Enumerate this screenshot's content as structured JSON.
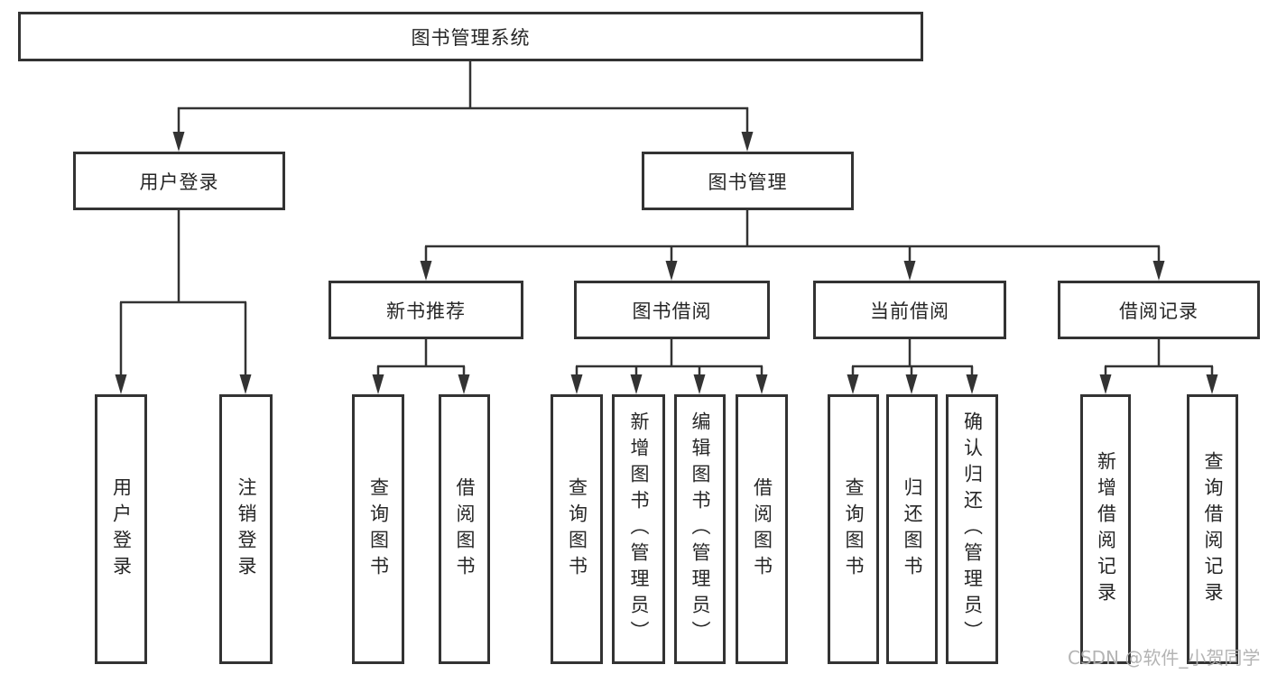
{
  "diagram": {
    "type": "hierarchy-tree",
    "colors": {
      "line": "#333333",
      "box_border": "#333333",
      "box_fill": "#ffffff",
      "text": "#262626",
      "background": "#ffffff",
      "watermark": "#b0b0b0"
    },
    "tree": {
      "label": "图书管理系统",
      "children": [
        {
          "label": "用户登录",
          "children": [
            {
              "label": "用户登录"
            },
            {
              "label": "注销登录"
            }
          ]
        },
        {
          "label": "图书管理",
          "children": [
            {
              "label": "新书推荐",
              "children": [
                {
                  "label": "查询图书"
                },
                {
                  "label": "借阅图书"
                }
              ]
            },
            {
              "label": "图书借阅",
              "children": [
                {
                  "label": "查询图书"
                },
                {
                  "label": "新增图书（管理员）"
                },
                {
                  "label": "编辑图书（管理员）"
                },
                {
                  "label": "借阅图书"
                }
              ]
            },
            {
              "label": "当前借阅",
              "children": [
                {
                  "label": "查询图书"
                },
                {
                  "label": "归还图书"
                },
                {
                  "label": "确认归还（管理员）"
                }
              ]
            },
            {
              "label": "借阅记录",
              "children": [
                {
                  "label": "新增借阅记录"
                },
                {
                  "label": "查询借阅记录"
                }
              ]
            }
          ]
        }
      ]
    },
    "watermark": "CSDN @软件_小贺同学"
  }
}
